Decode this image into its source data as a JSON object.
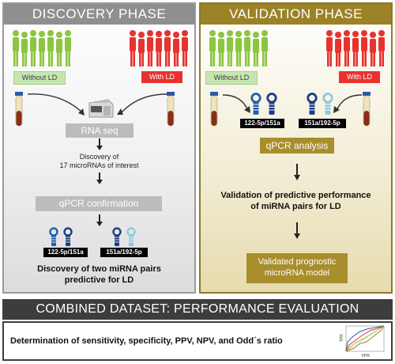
{
  "discovery": {
    "title": "DISCOVERY PHASE",
    "group_without": "Without LD",
    "group_with": "With LD",
    "rna_seq": "RNA seq",
    "discovery_text_1": "Discovery of",
    "discovery_text_2": "17 microRNAs of interest",
    "qpcr_confirmation": "qPCR confirmation",
    "pair_a": "122-5p/151a",
    "pair_b": "151a/192-5p",
    "result_1": "Discovery of two miRNA pairs",
    "result_2": "predictive for LD"
  },
  "validation": {
    "title": "VALIDATION PHASE",
    "group_without": "Without LD",
    "group_with": "With LD",
    "pair_a": "122-5p/151a",
    "pair_b": "151a/192-5p",
    "qpcr_analysis": "qPCR analysis",
    "validation_text_1": "Validation of predictive performance",
    "validation_text_2": "of miRNA pairs for LD",
    "model_1": "Validated prognostic",
    "model_2": "microRNA model"
  },
  "combined": {
    "title": "COMBINED DATASET: PERFORMANCE EVALUATION",
    "text": "Determination of sensitivity, specificity, PPV, NPV, and Odd´s ratio",
    "roc_y": "TPR",
    "roc_x": "FPR"
  },
  "colors": {
    "healthy_green": "#8cc63f",
    "ld_red": "#e8322e",
    "discovery_grey": "#8f8f8f",
    "validation_gold": "#9b8226"
  }
}
